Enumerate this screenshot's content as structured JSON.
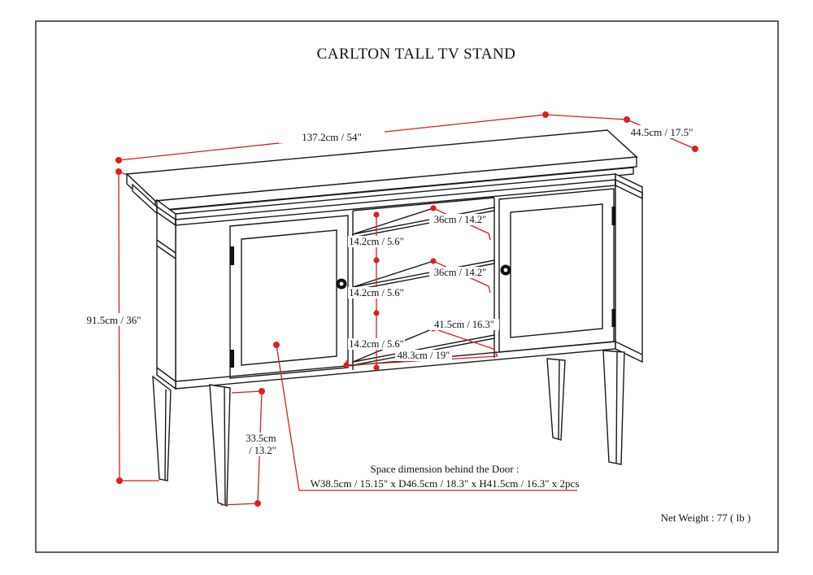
{
  "page": {
    "title": "CARLTON TALL TV STAND",
    "net_weight": "Net Weight : 77 ( lb )"
  },
  "colors": {
    "dimension_red": "#cf2020",
    "line_black": "#1a1a1a",
    "background": "#ffffff"
  },
  "dims": {
    "width_top": "137.2cm / 54\"",
    "depth_top": "44.5cm / 17.5\"",
    "height_left": "91.5cm / 36\"",
    "shelf_depth_1": "36cm / 14.2\"",
    "shelf_depth_2": "36cm / 14.2\"",
    "shelf_gap_1": "14.2cm / 5.6\"",
    "shelf_gap_2": "14.2cm / 5.6\"",
    "shelf_gap_3": "14.2cm / 5.6\"",
    "bottom_shelf_depth": "41.5cm / 16.3\"",
    "opening_width": "48.3cm / 19\"",
    "leg_height_line1": "33.5cm",
    "leg_height_line2": "/ 13.2\"",
    "space_note_line1": "Space dimension behind the Door :",
    "space_note_line2": "W38.5cm / 15.15\" x D46.5cm / 18.3\" x H41.5cm / 16.3\" x 2pcs"
  }
}
